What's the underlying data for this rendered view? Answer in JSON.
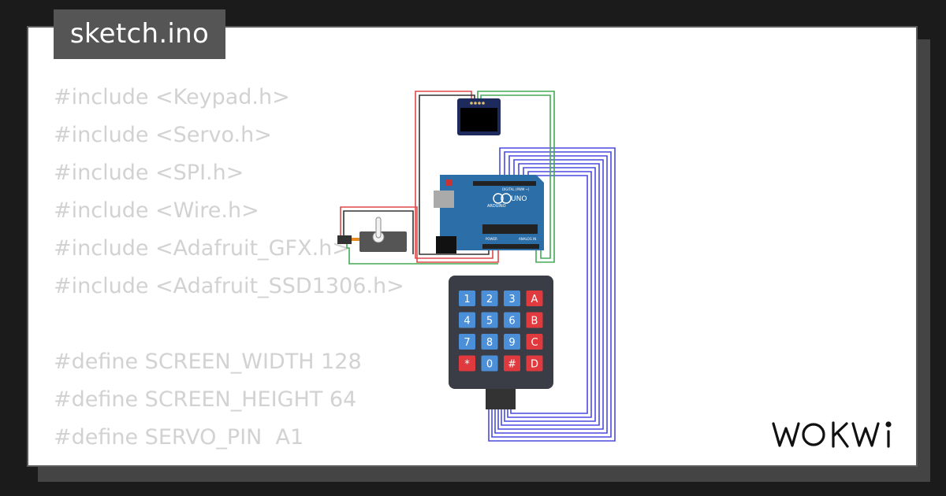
{
  "title": "sketch.ino",
  "code_lines": [
    "#include <Keypad.h>",
    "#include <Servo.h>",
    "#include <SPI.h>",
    "#include <Wire.h>",
    "#include <Adafruit_GFX.h>",
    "#include <Adafruit_SSD1306.h>",
    "",
    "#define SCREEN_WIDTH 128",
    "#define SCREEN_HEIGHT 64",
    "#define SERVO_PIN  A1"
  ],
  "board": {
    "name": "UNO",
    "brand": "ARDUINO",
    "header_label": "DIGITAL (PWM ~)",
    "analog_label": "ANALOG IN",
    "power_label": "POWER"
  },
  "keypad": {
    "keys": [
      [
        "1",
        "2",
        "3",
        "A"
      ],
      [
        "4",
        "5",
        "6",
        "B"
      ],
      [
        "7",
        "8",
        "9",
        "C"
      ],
      [
        "*",
        "0",
        "#",
        "D"
      ]
    ],
    "colors": {
      "number_key": "#4a8fd8",
      "letter_key": "#e0393e",
      "body": "#3a3d45"
    }
  },
  "wire_colors": {
    "power": "#e04848",
    "ground": "#333333",
    "signal": "#44aa55",
    "keypad": "#4a4ae0"
  },
  "logo": "WOKWi"
}
